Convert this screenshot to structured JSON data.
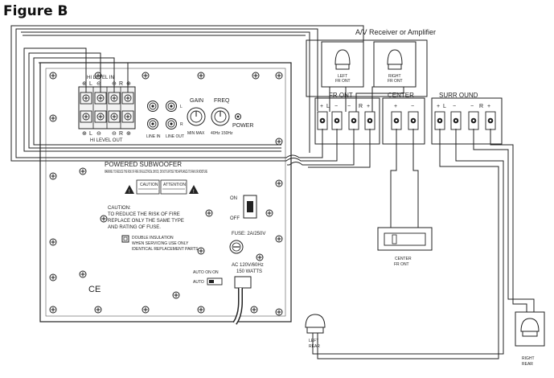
{
  "figure_title": "Figure B",
  "receiver_title": "A/V Receiver or Amplifier",
  "panel": {
    "hi_level_in": "HI LEVEL IN",
    "hi_level_out": "HI LEVEL OUT",
    "hi_in_pins": [
      "⊕",
      "L",
      "⊖",
      "⊖",
      "R",
      "⊕"
    ],
    "hi_out_pins": [
      "⊕",
      "L",
      "⊖",
      "⊖",
      "R",
      "⊕"
    ],
    "line_in": "LINE IN",
    "line_out": "LINE OUT",
    "rca_l": "L",
    "rca_r": "R",
    "gain": "GAIN",
    "freq": "FREQ",
    "min_max": "MIN MAX",
    "freq_range": "40Hz 150Hz",
    "power": "POWER",
    "product_name": "POWERED SUBWOOFER",
    "warning_small": "WARNING: TO REDUCE THE RISK OF FIRE OR ELECTRICAL SHOCK, DO NOT EXPOSE THIS APPLIANCE TO RAIN OR MOISTURE",
    "caution_box": "CAUTION",
    "attention_box": "ATTENTION",
    "on": "ON",
    "off": "OFF",
    "caution_text": [
      "CAUTION:",
      "TO REDUCE THE RISK OF FIRE",
      "REPLACE ONLY THE SAME TYPE",
      "AND RATING OF FUSE."
    ],
    "double_insulation": [
      "DOUBLE INSULATION",
      "WHEN SERVICING USE ONLY",
      "IDENTICAL REPLACEMENT PARTS"
    ],
    "fuse": "FUSE: 2A/250V",
    "auto": "AUTO",
    "auto_on_off": "AUTO ON   ON",
    "ac_rating": [
      "AC 120V/60Hz",
      "150 WATTS"
    ],
    "ce_mark": "CE"
  },
  "receiver": {
    "front_label": "FR ONT",
    "center_label": "CENTER",
    "surround_label": "SURR    OUND",
    "plus": "+",
    "minus": "−",
    "L": "L",
    "R": "R"
  },
  "speakers": {
    "left_front": [
      "LEFT",
      "FR ONT"
    ],
    "right_front": [
      "RIGHT",
      "FR ONT"
    ],
    "center": [
      "CENTER",
      "FR ONT"
    ],
    "left_rear": [
      "LEFT",
      "REAR"
    ],
    "right_rear": [
      "RIGHT",
      "REAR"
    ]
  }
}
